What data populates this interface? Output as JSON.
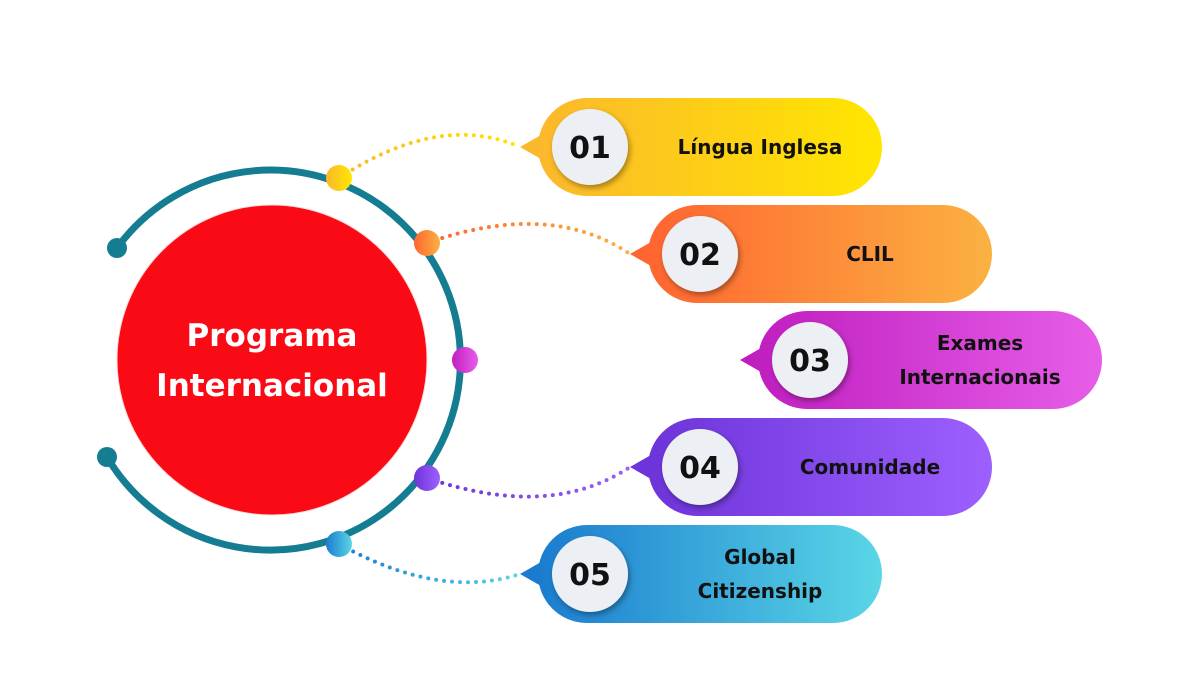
{
  "center": {
    "line1": "Programa",
    "line2": "Internacional",
    "color": "#f90a14",
    "ring_color": "#157d91"
  },
  "items": [
    {
      "number": "01",
      "lines": [
        "Língua Inglesa"
      ],
      "from": "#fbb82c",
      "to": "#ffe600"
    },
    {
      "number": "02",
      "lines": [
        "CLIL"
      ],
      "from": "#ff6530",
      "to": "#fbb142"
    },
    {
      "number": "03",
      "lines": [
        "Exames",
        "Internacionais"
      ],
      "from": "#c01fc0",
      "to": "#e65ee8"
    },
    {
      "number": "04",
      "lines": [
        "Comunidade"
      ],
      "from": "#6d34d9",
      "to": "#9d60ff"
    },
    {
      "number": "05",
      "lines": [
        "Global",
        "Citizenship"
      ],
      "from": "#1b7ccf",
      "to": "#5ad6e6"
    }
  ]
}
